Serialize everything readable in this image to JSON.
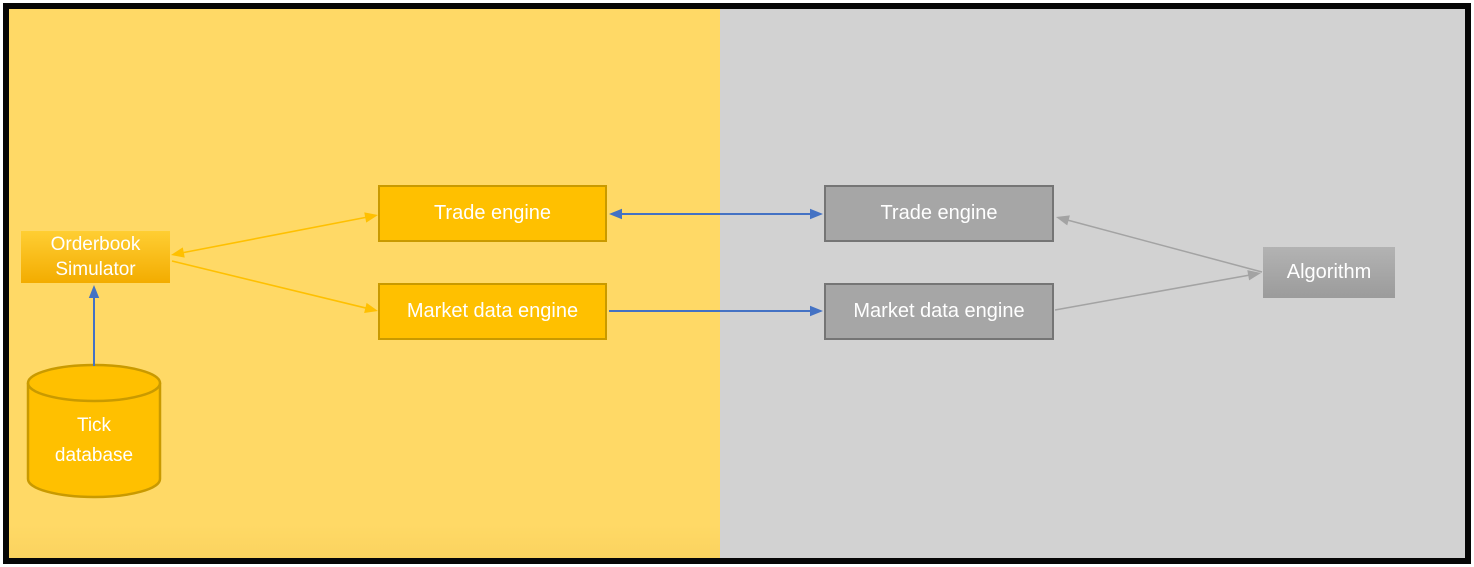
{
  "diagram": {
    "type": "architecture-diagram",
    "regions": {
      "left": {
        "name": "simulator-side",
        "background": "#FFD966"
      },
      "right": {
        "name": "live-side",
        "background": "#D2D2D2"
      }
    },
    "nodes": {
      "orderbook_simulator": {
        "label": "Orderbook Simulator",
        "fill": "#FFC000",
        "text_color": "#FFFFFF",
        "shape": "rectangle-gradient"
      },
      "tick_database": {
        "label": "Tick database",
        "fill": "#FFC000",
        "border": "#C99A00",
        "text_color": "#FFFFFF",
        "shape": "cylinder"
      },
      "trade_engine_left": {
        "label": "Trade engine",
        "fill": "#FFC000",
        "border": "#C99A00",
        "text_color": "#FFFFFF",
        "shape": "rectangle"
      },
      "market_data_engine_left": {
        "label": "Market data engine",
        "fill": "#FFC000",
        "border": "#C99A00",
        "text_color": "#FFFFFF",
        "shape": "rectangle"
      },
      "trade_engine_right": {
        "label": "Trade engine",
        "fill": "#A6A6A6",
        "border": "#757575",
        "text_color": "#FFFFFF",
        "shape": "rectangle"
      },
      "market_data_engine_right": {
        "label": "Market data engine",
        "fill": "#A6A6A6",
        "border": "#757575",
        "text_color": "#FFFFFF",
        "shape": "rectangle"
      },
      "algorithm": {
        "label": "Algorithm",
        "fill": "#A8A8A8",
        "text_color": "#FFFFFF",
        "shape": "rectangle-gradient"
      }
    },
    "edges": [
      {
        "name": "tick-database-to-orderbook-simulator",
        "from": "tick_database",
        "to": "orderbook_simulator",
        "color": "#4472C4",
        "heads": "end",
        "stroke_width": 2,
        "points": [
          85,
          357,
          85,
          276
        ]
      },
      {
        "name": "orderbook-simulator-trade-engine-link",
        "from": "orderbook_simulator",
        "to": "trade_engine_left",
        "color": "#FFC000",
        "heads": "both",
        "stroke_width": 1.6,
        "points": [
          162,
          246,
          369,
          206
        ]
      },
      {
        "name": "orderbook-simulator-to-market-data-engine",
        "from": "orderbook_simulator",
        "to": "market_data_engine_left",
        "color": "#FFC000",
        "heads": "end",
        "stroke_width": 1.6,
        "points": [
          163,
          252,
          369,
          302
        ]
      },
      {
        "name": "trade-engine-sim-live-link",
        "from": "trade_engine_left",
        "to": "trade_engine_right",
        "color": "#4472C4",
        "heads": "both",
        "stroke_width": 2,
        "points": [
          600,
          205,
          814,
          205
        ]
      },
      {
        "name": "market-data-engine-feed",
        "from": "market_data_engine_left",
        "to": "market_data_engine_right",
        "color": "#4472C4",
        "heads": "end",
        "stroke_width": 2,
        "points": [
          600,
          302,
          814,
          302
        ]
      },
      {
        "name": "algorithm-to-trade-engine",
        "from": "algorithm",
        "to": "trade_engine_right",
        "color": "#A3A3A3",
        "heads": "end",
        "stroke_width": 1.5,
        "points": [
          1253,
          263,
          1047,
          208
        ]
      },
      {
        "name": "market-data-engine-to-algorithm",
        "from": "market_data_engine_right",
        "to": "algorithm",
        "color": "#A3A3A3",
        "heads": "end",
        "stroke_width": 1.5,
        "points": [
          1046,
          301,
          1252,
          264
        ]
      }
    ],
    "colors": {
      "left_background": "#FFD966",
      "right_background": "#D2D2D2",
      "orange_fill": "#FFC000",
      "orange_border": "#C99A00",
      "gray_fill": "#A6A6A6",
      "gray_border": "#757575",
      "blue_arrow": "#4472C4",
      "orange_arrow": "#FFC000",
      "gray_arrow": "#A3A3A3",
      "frame_border": "#060606",
      "label_text": "#FFFFFF"
    }
  }
}
